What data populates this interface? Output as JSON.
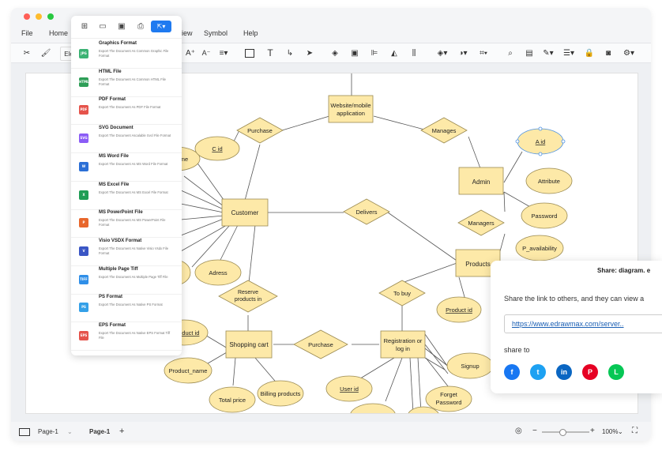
{
  "window": {
    "dots": [
      "#ff5f57",
      "#febc2e",
      "#28c840"
    ]
  },
  "menu": {
    "file": "File",
    "home": "Home",
    "view_fragment": "iew",
    "symbol": "Symbol",
    "help": "Help"
  },
  "toolbar": {
    "font_fragment": "Ele",
    "increase_font": "A⁺",
    "decrease_font": "A⁻"
  },
  "export_menu": {
    "items": [
      {
        "badge": "JPG",
        "color": "#3bb273",
        "title": "Graphics Format",
        "desc": "Export The Document As Common Graphic File Format"
      },
      {
        "badge": "HTML",
        "color": "#2e9e57",
        "title": "HTML File",
        "desc": "Export The Document As Common HTML File Format"
      },
      {
        "badge": "PDF",
        "color": "#e5534b",
        "title": "PDF Format",
        "desc": "Export The Document As PDF File Format"
      },
      {
        "badge": "SVG",
        "color": "#8b5cf6",
        "title": "SVG Document",
        "desc": "Export The Document Ascalable Svcl File Format"
      },
      {
        "badge": "W",
        "color": "#2b6fd6",
        "title": "MS Word File",
        "desc": "Export The Document As MS Word File Format"
      },
      {
        "badge": "X",
        "color": "#1f9d55",
        "title": "MS Excel File",
        "desc": "Export The Document As MS Excel File Format"
      },
      {
        "badge": "P",
        "color": "#e8672c",
        "title": "MS PowerPoint File",
        "desc": "Export The Document As MS PowerPoint File Format"
      },
      {
        "badge": "V",
        "color": "#3a56c5",
        "title": "Visio VSDX Format",
        "desc": "Export The Document As Native Visio Vsdx File Format"
      },
      {
        "badge": "TIFF",
        "color": "#2f8fe8",
        "title": "Multiple Page Tiff",
        "desc": "Export The Document As Multiple Page Tiff File"
      },
      {
        "badge": "PS",
        "color": "#34a0e8",
        "title": "PS Format",
        "desc": "Export The Document As Native PS Format"
      },
      {
        "badge": "EPS",
        "color": "#e5534b",
        "title": "EPS Format",
        "desc": "Export The Document As Native EPS Format Tiff File"
      }
    ]
  },
  "diagram": {
    "entities": {
      "website": "Website/mobile application",
      "customer": "Customer",
      "admin": "Admin",
      "products": "Products",
      "shopping_cart": "Shopping cart",
      "registration": "Registration or log in"
    },
    "relationships": {
      "purchase_top": "Purchase",
      "manages": "Manages",
      "delivers": "Delivers",
      "managers": "Managers",
      "to_buy": "To buy",
      "reserve": "Reserve products in",
      "purchase_bottom": "Purchase"
    },
    "attributes": {
      "name_frag": "me",
      "c_id": "C id",
      "adress": "Adress",
      "a_id": "A id",
      "attribute": "Attribute",
      "password": "Password",
      "p_availability": "P_availability",
      "product_id": "Product id",
      "product_id_left": "roduct id",
      "product_name": "Product_name",
      "total_price": "Total price",
      "billing_products": "Billing products",
      "user_id": "User id",
      "signup": "Signup",
      "forget_password": "Forget Password"
    },
    "colors": {
      "fill": "#fde9a8",
      "stroke": "#9a8a52",
      "selection": "#4a90e2"
    }
  },
  "share": {
    "title": "Share: diagram. e",
    "text": "Share the link to others, and they can view a",
    "link": "https://www.edrawmax.com/server..",
    "share_to": "share to",
    "socials": [
      {
        "name": "facebook",
        "color": "#1877f2",
        "glyph": "f"
      },
      {
        "name": "twitter",
        "color": "#1da1f2",
        "glyph": "t"
      },
      {
        "name": "linkedin",
        "color": "#0a66c2",
        "glyph": "in"
      },
      {
        "name": "pinterest",
        "color": "#e60023",
        "glyph": "P"
      },
      {
        "name": "line",
        "color": "#06c755",
        "glyph": "L"
      }
    ]
  },
  "status": {
    "page_tab_1": "Page-1",
    "page_tab_2": "Page-1",
    "add_page": "+",
    "zoom_minus": "−",
    "zoom_plus": "+",
    "zoom_level": "100%"
  }
}
